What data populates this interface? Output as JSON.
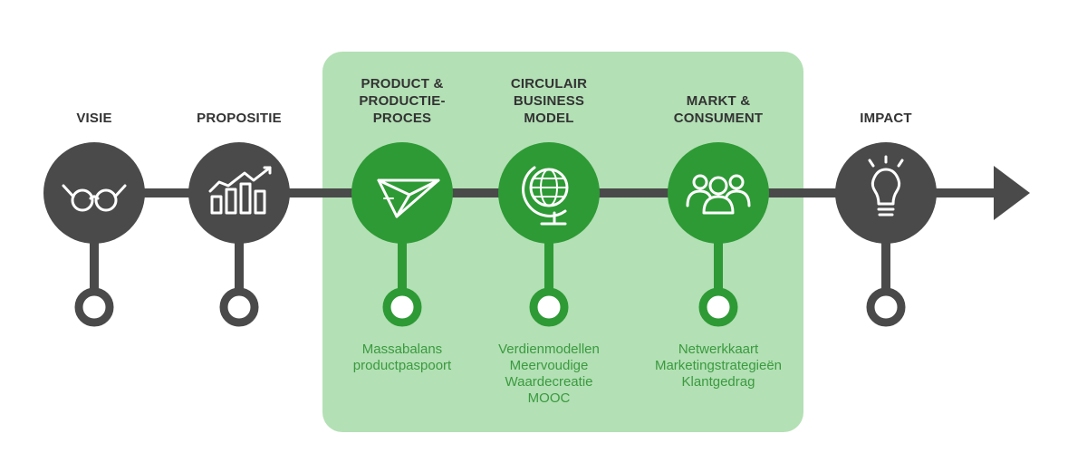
{
  "colors": {
    "dark": "#4a4a4a",
    "green": "#2e9a35",
    "panel": "#b3e0b5",
    "label": "#333333",
    "item_text": "#3a9a3e"
  },
  "stages": [
    {
      "id": "visie",
      "label_lines": [
        "VISIE"
      ],
      "icon": "glasses-icon",
      "color": "dark",
      "items": []
    },
    {
      "id": "propositie",
      "label_lines": [
        "PROPOSITIE"
      ],
      "icon": "bar-chart-icon",
      "color": "dark",
      "items": []
    },
    {
      "id": "product",
      "label_lines": [
        "PRODUCT &",
        "PRODUCTIE-",
        "PROCES"
      ],
      "icon": "paper-plane-icon",
      "color": "green",
      "items": [
        "Massabalans",
        "productpaspoort"
      ]
    },
    {
      "id": "circulair",
      "label_lines": [
        "CIRCULAIR",
        "BUSINESS",
        "MODEL"
      ],
      "icon": "globe-icon",
      "color": "green",
      "items": [
        "Verdienmodellen",
        "Meervoudige",
        "Waardecreatie",
        "MOOC"
      ]
    },
    {
      "id": "markt",
      "label_lines": [
        "MARKT &",
        "CONSUMENT"
      ],
      "icon": "people-icon",
      "color": "green",
      "items": [
        "Netwerkkaart",
        "Marketingstrategieën",
        "Klantgedrag"
      ]
    },
    {
      "id": "impact",
      "label_lines": [
        "IMPACT"
      ],
      "icon": "lightbulb-icon",
      "color": "dark",
      "items": []
    }
  ]
}
